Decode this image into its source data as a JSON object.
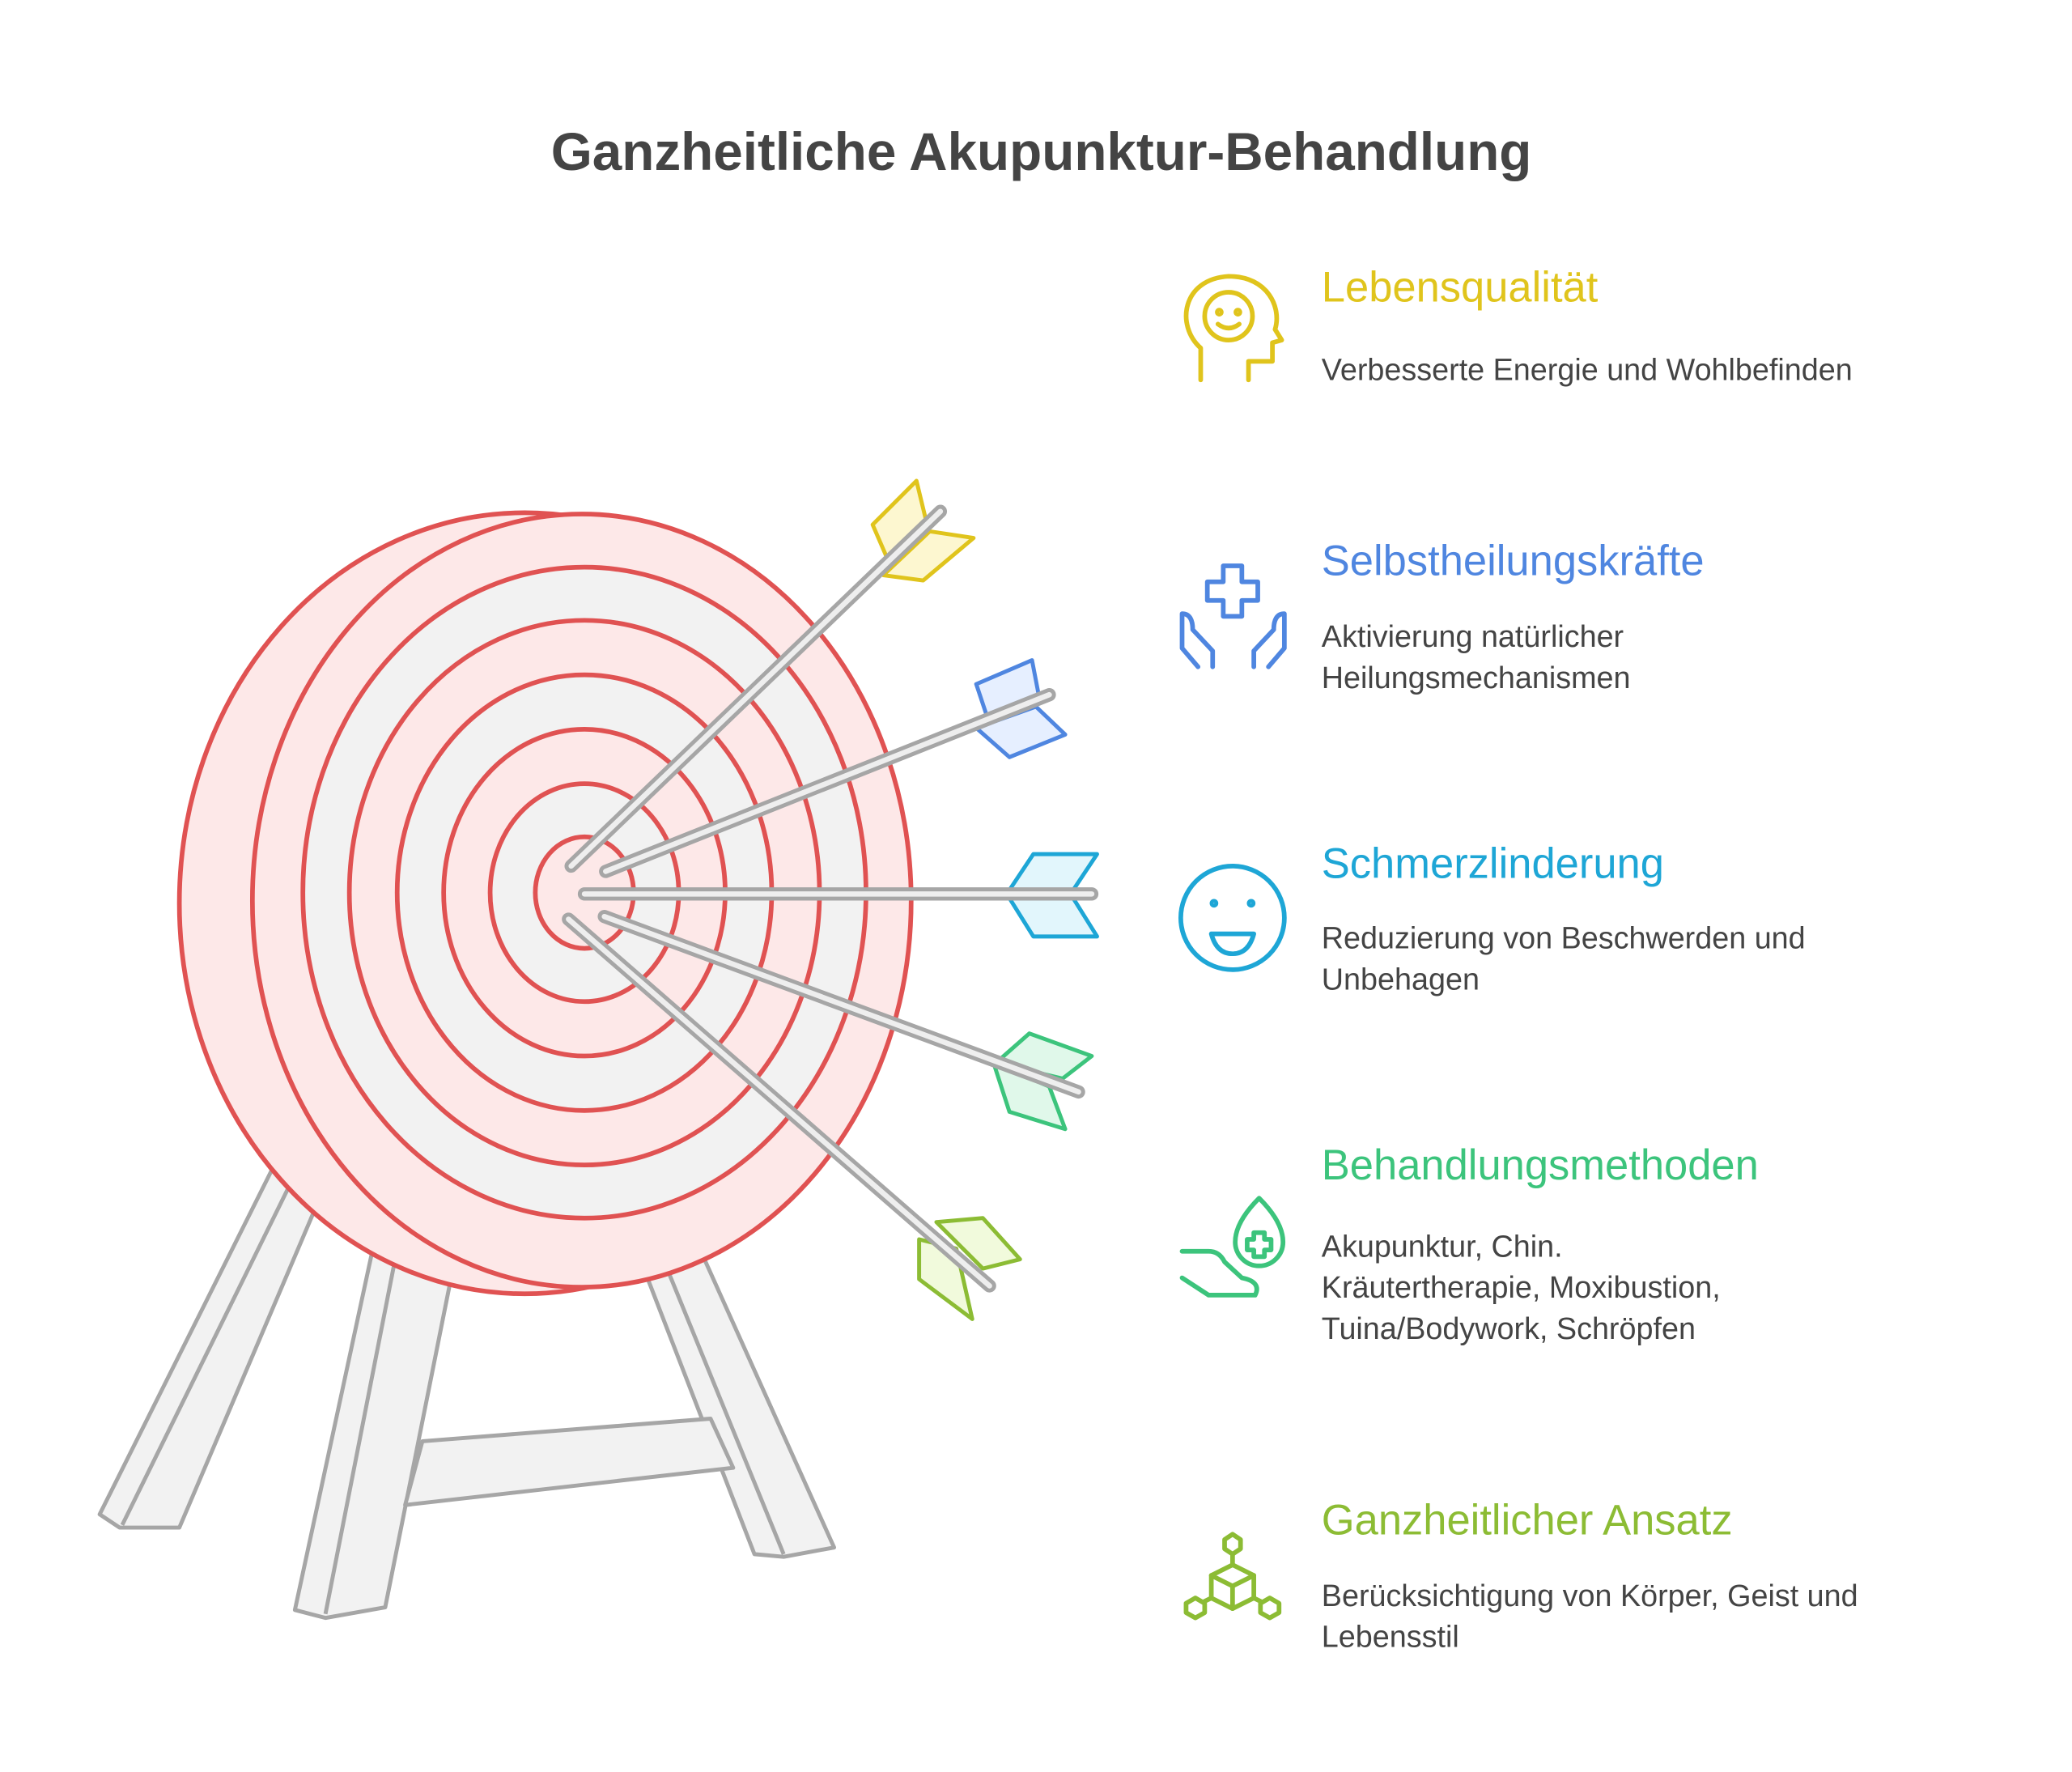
{
  "title": "Ganzheitliche Akupunktur-Behandlung",
  "items": [
    {
      "heading": "Lebensqualität",
      "lines": [
        "Verbesserte Energie und Wohlbefinden"
      ],
      "color": "#e0c41c",
      "icon": "smiling-head-icon"
    },
    {
      "heading": "Selbstheilungskräfte",
      "lines": [
        "Aktivierung natürlicher",
        "Heilungsmechanismen"
      ],
      "color": "#4f86e0",
      "icon": "healing-hands-icon"
    },
    {
      "heading": "Schmerzlinderung",
      "lines": [
        "Reduzierung von Beschwerden und",
        "Unbehagen"
      ],
      "color": "#1ea6d6",
      "icon": "happy-face-icon"
    },
    {
      "heading": "Behandlungsmethoden",
      "lines": [
        "Akupunktur, Chin.",
        "Kräutertherapie, Moxibustion,",
        "Tuina/Bodywork, Schröpfen"
      ],
      "color": "#3cc47c",
      "icon": "hand-medicine-drop-icon"
    },
    {
      "heading": "Ganzheitlicher Ansatz",
      "lines": [
        "Berücksichtigung von Körper, Geist und",
        "Lebensstil"
      ],
      "color": "#8cbc34",
      "icon": "connected-cube-icon"
    }
  ]
}
